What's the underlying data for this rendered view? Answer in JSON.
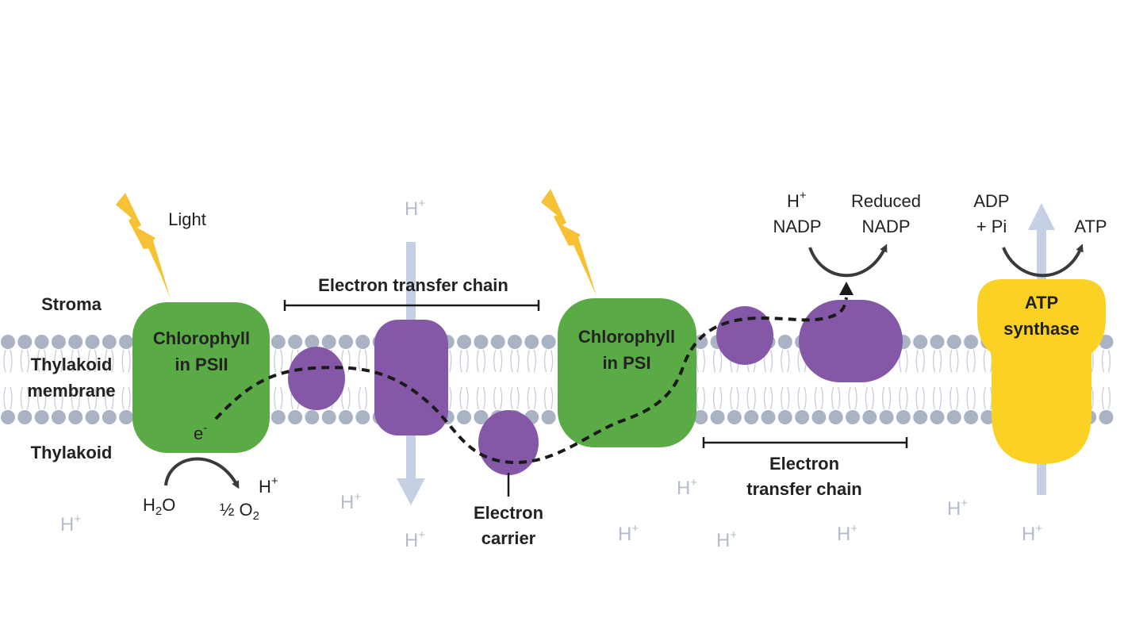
{
  "colors": {
    "background": "#ffffff",
    "membrane_head": "#a9b3c4",
    "membrane_tail": "#c6cdd9",
    "chlorophyll": "#5aab45",
    "protein": "#8458a6",
    "atp_synthase": "#fbd124",
    "light_bolt": "#f7c136",
    "proton_arrow": "#c6d0e4",
    "electron_path": "#1a1a1a",
    "text": "#222222",
    "proton_text": "#b3bccd"
  },
  "labels": {
    "light": "Light",
    "stroma": "Stroma",
    "thylakoid_membrane_line1": "Thylakoid",
    "thylakoid_membrane_line2": "membrane",
    "thylakoid": "Thylakoid",
    "psii_line1": "Chlorophyll",
    "psii_line2": "in PSII",
    "psi_line1": "Chlorophyll",
    "psi_line2": "in PSI",
    "etc_top": "Electron transfer chain",
    "etc_bottom_line1": "Electron",
    "etc_bottom_line2": "transfer chain",
    "electron_carrier_line1": "Electron",
    "electron_carrier_line2": "carrier",
    "electron": "e",
    "electron_sup": "-",
    "water_h": "H",
    "water_sub": "2",
    "water_o": "O",
    "oxygen": "½ O",
    "oxygen_sub": "2",
    "nadp_h": "H",
    "nadp_h_sup": "+",
    "nadp": "NADP",
    "reduced_nadp_line1": "Reduced",
    "reduced_nadp_line2": "NADP",
    "adp_line1": "ADP",
    "adp_line2": "+ Pi",
    "atp": "ATP",
    "atp_synthase_line1": "ATP",
    "atp_synthase_line2": "synthase",
    "proton": "H",
    "proton_sup": "+"
  },
  "icons": [
    "light-bolt-icon",
    "light-bolt-icon",
    "proton-arrow-icon",
    "reaction-arrow-icon"
  ]
}
